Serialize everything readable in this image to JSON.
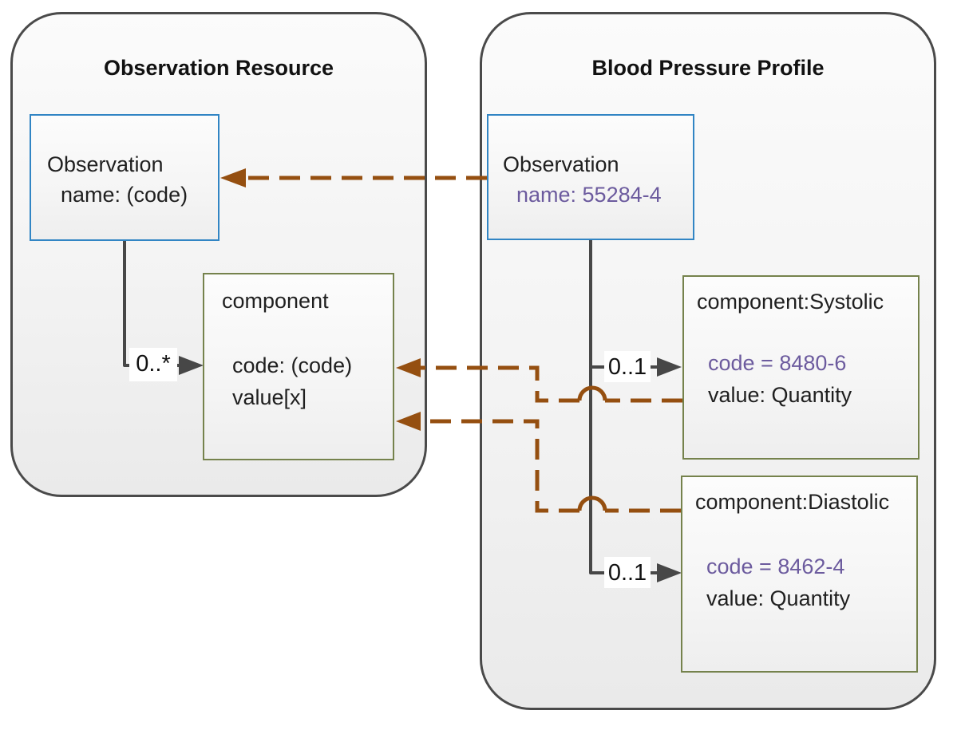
{
  "diagram": {
    "left_container": {
      "title": "Observation Resource",
      "observation_box": {
        "line1": "Observation",
        "line2": "name: (code)"
      },
      "component_box": {
        "title": "component",
        "row_code": "code: (code)",
        "row_value": "value[x]"
      },
      "multiplicity": "0..*"
    },
    "right_container": {
      "title": "Blood Pressure Profile",
      "observation_box": {
        "line1": "Observation",
        "line2": "name: 55284-4"
      },
      "systolic_box": {
        "title": "component:Systolic",
        "row_code": "code = 8480-6",
        "row_value": "value: Quantity"
      },
      "diastolic_box": {
        "title": "component:Diastolic",
        "row_code": "code = 8462-4",
        "row_value": "value: Quantity"
      },
      "multiplicity_systolic": "0..1",
      "multiplicity_diastolic": "0..1"
    },
    "colors": {
      "container_border": "#4a4a4a",
      "box_border_blue": "#3185c4",
      "box_border_olive": "#75824c",
      "mapping_arrow_brown": "#954f10",
      "fixed_value_purple": "#6c5b9e",
      "containment_gray": "#474747"
    }
  }
}
